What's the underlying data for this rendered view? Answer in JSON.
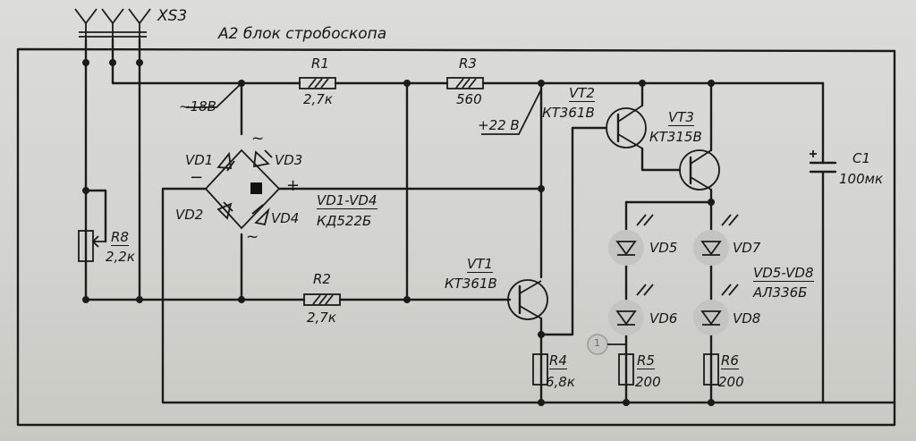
{
  "title": "А2 блок стробоскопа",
  "connector": "XS3",
  "ac_voltage": "~18В",
  "dc_voltage": "+22 В",
  "bridge": {
    "tilde_top": "~",
    "tilde_bottom": "~",
    "minus": "−",
    "plus": "+"
  },
  "components": {
    "R1": {
      "ref": "R1",
      "value": "2,7к"
    },
    "R2": {
      "ref": "R2",
      "value": "2,7к"
    },
    "R3": {
      "ref": "R3",
      "value": "560"
    },
    "R4": {
      "ref": "R4",
      "value": "6,8к"
    },
    "R5": {
      "ref": "R5",
      "value": "200"
    },
    "R6": {
      "ref": "R6",
      "value": "200"
    },
    "R8": {
      "ref": "R8",
      "value": "2,2к"
    },
    "C1": {
      "ref": "C1",
      "value": "100мк"
    },
    "VT1": {
      "ref": "VT1",
      "value": "КТ361В"
    },
    "VT2": {
      "ref": "VT2",
      "value": "КТ361В"
    },
    "VT3": {
      "ref": "VT3",
      "value": "КТ315В"
    },
    "VD1": {
      "ref": "VD1"
    },
    "VD2": {
      "ref": "VD2"
    },
    "VD3": {
      "ref": "VD3"
    },
    "VD4": {
      "ref": "VD4"
    },
    "VD5": {
      "ref": "VD5"
    },
    "VD6": {
      "ref": "VD6"
    },
    "VD7": {
      "ref": "VD7"
    },
    "VD8": {
      "ref": "VD8"
    },
    "bridge_group": {
      "ref": "VD1-VD4",
      "value": "КД522Б"
    },
    "led_group": {
      "ref": "VD5-VD8",
      "value": "АЛ336Б"
    }
  },
  "marker": "1"
}
